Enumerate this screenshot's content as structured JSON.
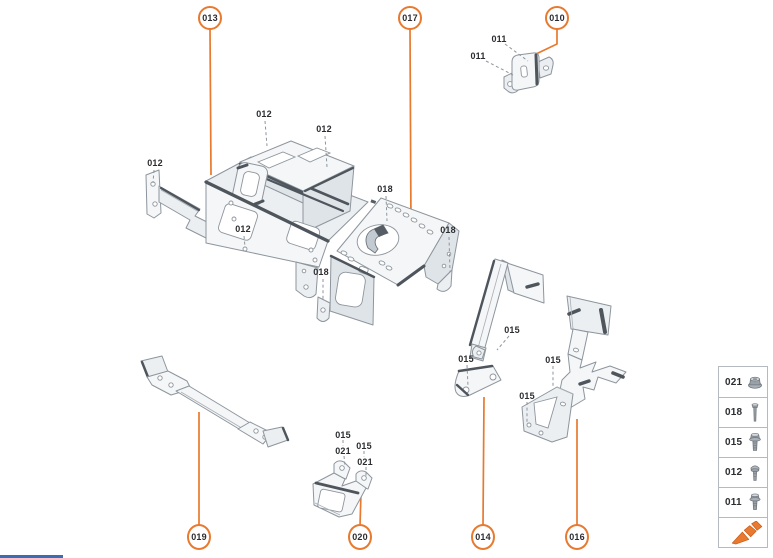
{
  "colors": {
    "accent_orange": "#E8792E",
    "metal_fill": "#F4F6F7",
    "metal_stroke": "#8D959D",
    "metal_dark": "#4E555C",
    "leader_gray": "#8D959D",
    "edge_mark_blue": "#3B6CB4"
  },
  "callouts": [
    {
      "label": "013"
    },
    {
      "label": "017"
    },
    {
      "label": "010"
    },
    {
      "label": "019"
    },
    {
      "label": "020"
    },
    {
      "label": "014"
    },
    {
      "label": "016"
    }
  ],
  "part_labels": [
    {
      "text": "012"
    },
    {
      "text": "012"
    },
    {
      "text": "012"
    },
    {
      "text": "012"
    },
    {
      "text": "018"
    },
    {
      "text": "018"
    },
    {
      "text": "018"
    },
    {
      "text": "011"
    },
    {
      "text": "011"
    },
    {
      "text": "015"
    },
    {
      "text": "021"
    },
    {
      "text": "015"
    },
    {
      "text": "021"
    },
    {
      "text": "015"
    },
    {
      "text": "015"
    },
    {
      "text": "015"
    },
    {
      "text": "015"
    }
  ],
  "legend": {
    "rows": [
      {
        "label": "021",
        "icon": "flange-nut-icon"
      },
      {
        "label": "018",
        "icon": "long-screw-icon"
      },
      {
        "label": "015",
        "icon": "flange-bolt-icon"
      },
      {
        "label": "012",
        "icon": "pan-head-screw-icon"
      },
      {
        "label": "011",
        "icon": "flange-bolt-icon"
      },
      {
        "label": "",
        "icon": "orange-direction-arrow-icon"
      }
    ]
  }
}
